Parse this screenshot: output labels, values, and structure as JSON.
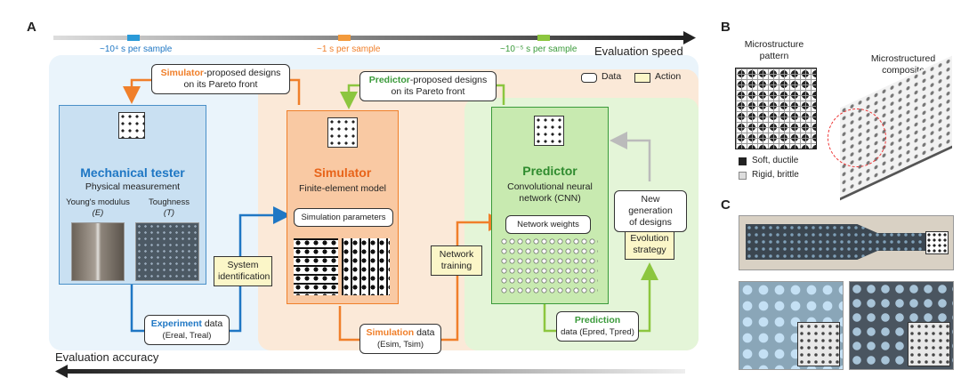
{
  "panels": {
    "a": "A",
    "b": "B",
    "c": "C"
  },
  "speed": {
    "label": "Evaluation speed",
    "tester_time": "~10⁴ s per sample",
    "sim_time": "~1 s per sample",
    "pred_time": "~10⁻⁵ s per sample"
  },
  "accuracy": {
    "label": "Evaluation accuracy"
  },
  "legend": {
    "data": "Data",
    "action": "Action"
  },
  "tester": {
    "title": "Mechanical tester",
    "subtitle": "Physical measurement",
    "prop1": "Young's modulus",
    "prop1_sym": "(E)",
    "prop2": "Toughness",
    "prop2_sym": "(T)"
  },
  "simulator": {
    "title": "Simulator",
    "subtitle": "Finite-element model",
    "params": "Simulation parameters"
  },
  "predictor": {
    "title": "Predictor",
    "subtitle1": "Convolutional neural",
    "subtitle2": "network (CNN)",
    "weights": "Network weights"
  },
  "boxes": {
    "sim_proposed_bold": "Simulator",
    "sim_proposed_rest": "-proposed designs",
    "sim_proposed_line2": "on its Pareto front",
    "pred_proposed_bold": "Predictor",
    "pred_proposed_rest": "-proposed designs",
    "pred_proposed_line2": "on its Pareto front",
    "sysid1": "System",
    "sysid2": "identification",
    "nettrain1": "Network",
    "nettrain2": "training",
    "evo1": "Evolution",
    "evo2": "strategy",
    "newgen1": "New generation",
    "newgen2": "of designs",
    "exp_bold": "Experiment",
    "exp_rest": " data",
    "exp_sub": "(Ereal, Treal)",
    "simd_bold": "Simulation",
    "simd_rest": " data",
    "simd_sub": "(Esim, Tsim)",
    "predd_bold": "Prediction",
    "predd_rest": "data (Epred, Tpred)"
  },
  "panel_b": {
    "pattern": "Microstructure",
    "pattern2": "pattern",
    "composite": "Microstructured",
    "composite2": "composite",
    "soft": "Soft, ductile",
    "rigid": "Rigid, brittle"
  },
  "colors": {
    "blue": "#1f77c4",
    "orange": "#f07f2a",
    "green": "#3a9a3a",
    "gray": "#bbbbbb"
  }
}
